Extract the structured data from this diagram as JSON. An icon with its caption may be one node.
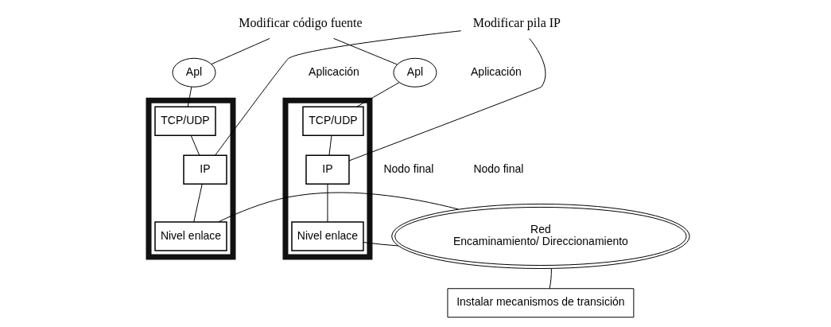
{
  "diagram": {
    "nodes": [
      {
        "text": [
          "Modificar código fuente"
        ]
      },
      {
        "text": [
          "Apl"
        ]
      },
      {
        "text": [
          "Modificar pila IP"
        ]
      },
      {
        "text": [
          "Apl"
        ]
      },
      {
        "text": [],
        "shape": "box"
      },
      {
        "text": [
          "TCP/UDP"
        ],
        "in": 4
      },
      {
        "text": [
          "IP"
        ],
        "in": 4
      },
      {
        "text": [
          "Nivel enlace"
        ],
        "in": 4
      },
      {
        "text": [
          "Red",
          "Encaminamiento/ Direccionamiento"
        ]
      },
      {
        "text": [],
        "shape": "box"
      },
      {
        "text": [
          "TCP/UDP"
        ],
        "in": 9
      },
      {
        "text": [
          "IP"
        ],
        "in": 9
      },
      {
        "text": [
          "Nivel enlace"
        ],
        "in": 9
      },
      {
        "text": [
          "Instalar mecanismos de transición"
        ]
      }
    ],
    "edges": [
      {
        "from": 0,
        "to": 1,
        "arrow": "none"
      },
      {
        "from": 0,
        "to": 3,
        "arrow": "none"
      },
      {
        "from": 2,
        "to": 6,
        "arrow": "none"
      },
      {
        "from": 2,
        "to": 11,
        "arrow": "none"
      },
      {
        "from": 1,
        "to": 5,
        "arrow": "none"
      },
      {
        "from": 5,
        "to": 6,
        "arrow": "none"
      },
      {
        "from": 6,
        "to": 7,
        "arrow": "none"
      },
      {
        "from": 3,
        "to": 10,
        "arrow": "none"
      },
      {
        "from": 10,
        "to": 11,
        "arrow": "none"
      },
      {
        "from": 11,
        "to": 12,
        "arrow": "none"
      },
      {
        "from": 7,
        "to": 8,
        "arrow": "none"
      },
      {
        "from": 8,
        "to": 12,
        "arrow": "none"
      },
      {
        "from": 13,
        "to": 8,
        "arrow": "none"
      }
    ],
    "labels": [
      "Aplicación",
      "Aplicación",
      "Nodo final",
      "Nodo final"
    ]
  }
}
